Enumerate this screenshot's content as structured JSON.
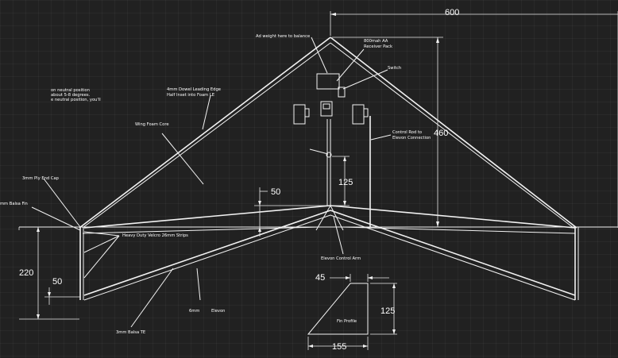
{
  "dimensions": {
    "span": "600",
    "height": "460",
    "fin_gap": "50",
    "spar_length": "125",
    "wingtip_height": "220",
    "wingtip_offset": "50",
    "fin_top": "45",
    "fin_height": "125",
    "fin_base": "155"
  },
  "labels": {
    "weight": "Ad weight here to balance",
    "receiver_pack": "800mah AA",
    "receiver_pack_2": "Receiver Pack",
    "switch": "Switch",
    "dowel": "4mm Dowel Leading Edge",
    "dowel_2": "Half Inset into Foam LE",
    "neutral_1": "on neutral position",
    "neutral_2": "about 5-8 degrees.",
    "neutral_3": "e neutral position, you'll",
    "foam_core": "Wing Foam Core",
    "control_rod": "Control Rod to",
    "control_rod_2": "Elevon Connection",
    "end_cap": "3mm Ply End Cap",
    "balsa_fin": "mm Balsa  Fin",
    "velcro": "Heavy Duty Velcro 26mm Strips",
    "control_arm": "Elevon Control Arm",
    "fin_profile": "Fin Profile",
    "elevon_6mm": "6mm",
    "elevon": "Elevon",
    "balsa_te": "3mm Balsa TE"
  }
}
